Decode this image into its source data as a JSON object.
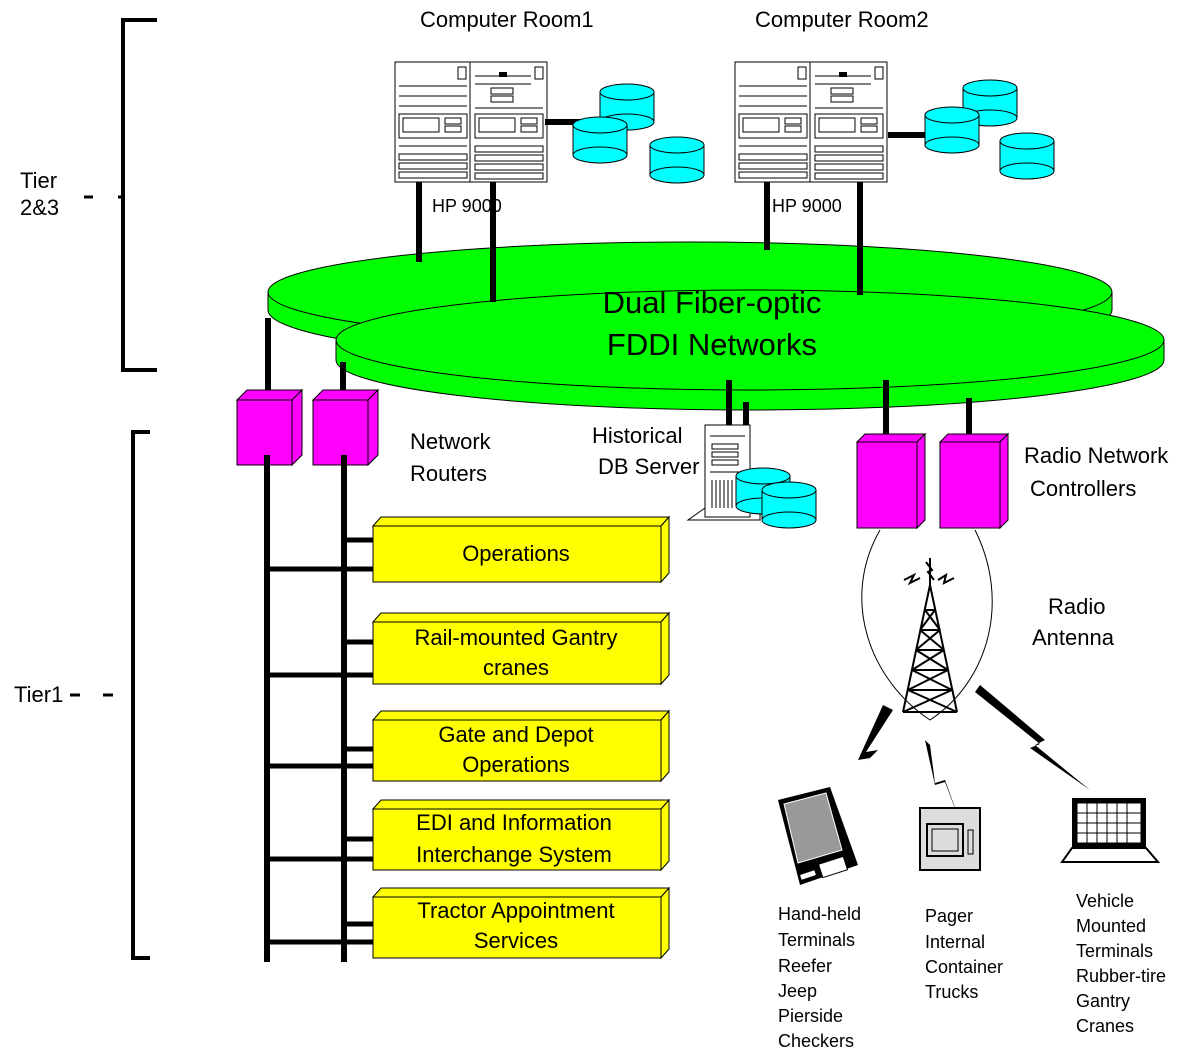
{
  "tiers": {
    "upper": [
      "Tier",
      "2&3"
    ],
    "lower": "Tier1"
  },
  "computer_rooms": [
    {
      "title": "Computer Room1",
      "server_label": "HP 9000"
    },
    {
      "title": "Computer Room2",
      "server_label": "HP 9000"
    }
  ],
  "network": {
    "lines": [
      "Dual Fiber-optic",
      "FDDI Networks"
    ],
    "color": "#00ff00"
  },
  "routers": {
    "label": [
      "Network",
      "Routers"
    ],
    "color": "#ff00ff"
  },
  "historical_db": [
    "Historical",
    "DB Server"
  ],
  "radio_controllers": [
    "Radio Network",
    "Controllers"
  ],
  "radio_antenna": [
    "Radio",
    "Antenna"
  ],
  "systems": [
    {
      "lines": [
        "Operations"
      ]
    },
    {
      "lines": [
        "Rail-mounted Gantry",
        "cranes"
      ]
    },
    {
      "lines": [
        "Gate and Depot",
        "Operations"
      ]
    },
    {
      "lines": [
        "EDI and Information",
        "Interchange System"
      ]
    },
    {
      "lines": [
        "Tractor Appointment",
        "Services"
      ]
    }
  ],
  "system_box_color": "#ffff00",
  "disk_color": "#00ffff",
  "devices": [
    {
      "name": "handheld",
      "lines": [
        "Hand-held",
        "Terminals",
        "Reefer",
        "Jeep",
        "Pierside",
        "Checkers"
      ]
    },
    {
      "name": "pager",
      "lines": [
        "Pager",
        "Internal",
        "Container",
        "Trucks"
      ]
    },
    {
      "name": "vehicle",
      "lines": [
        "Vehicle",
        "Mounted",
        "Terminals",
        "Rubber-tire",
        "Gantry",
        "Cranes"
      ]
    }
  ]
}
